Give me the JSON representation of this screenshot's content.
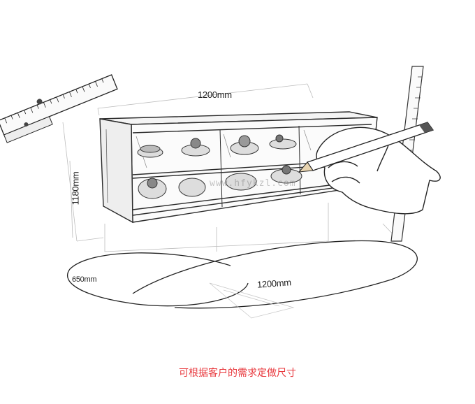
{
  "dimensions": {
    "top_width": "1200mm",
    "height": "1180mm",
    "depth": "650mm",
    "bottom_width": "1200mm"
  },
  "watermark": "www.hfykzl.com",
  "caption": "可根据客户的需求定做尺寸",
  "colors": {
    "caption": "#e8383d",
    "line": "#2a2a2a",
    "light_line": "#9a9a9a"
  },
  "icons": [
    "ruler-icon",
    "pencil-icon",
    "hand-icon",
    "cake-icon"
  ]
}
